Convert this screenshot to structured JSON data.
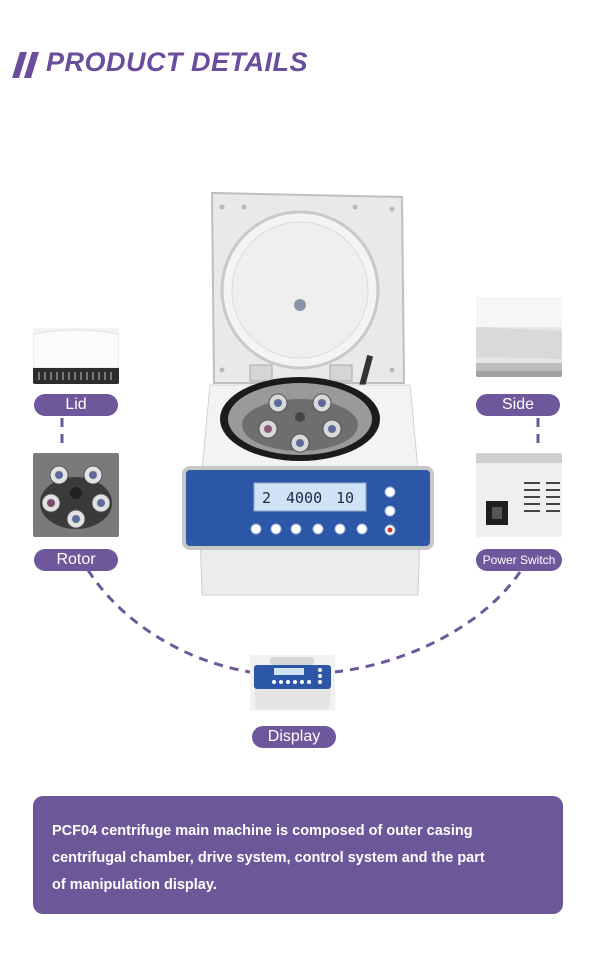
{
  "header": {
    "title": "PRODUCT DETAILS"
  },
  "labels": {
    "lid": "Lid",
    "side": "Side",
    "rotor": "Rotor",
    "power_switch": "Power Switch",
    "display": "Display"
  },
  "display_readout": {
    "program": "2",
    "speed": "4000",
    "time": "10"
  },
  "description": {
    "line1": "PCF04 centrifuge main machine is composed of outer casing",
    "line2": "centrifugal chamber, drive system, control system and the part",
    "line3": "of manipulation display."
  },
  "colors": {
    "accent": "#6f579b",
    "panel_blue": "#2c56a6",
    "dashed_line": "#6f579b"
  }
}
